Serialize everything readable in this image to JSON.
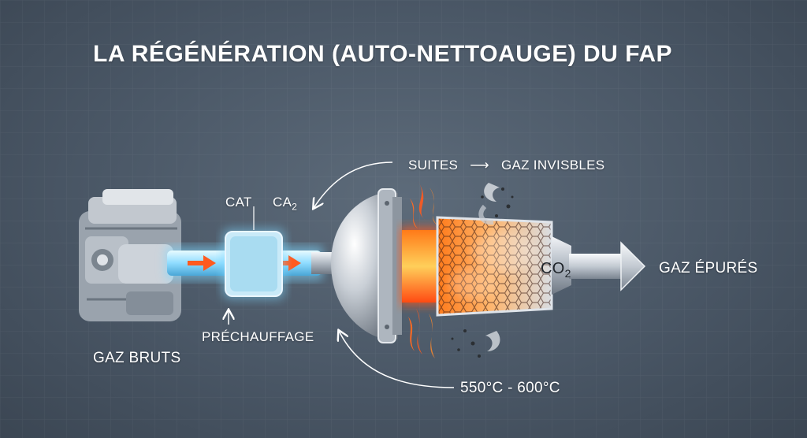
{
  "title": "LA RÉGÉNÉRATION (AUTO-NETTOAUGE) DU FAP",
  "labels": {
    "cat": "CAT",
    "ca2_base": "CA",
    "ca2_sub": "2",
    "suites": "SUITES",
    "arrow_glyph": "⟶",
    "gaz_invisibles": "GAZ INVISBLES",
    "co2_base": "CO",
    "co2_sub": "2",
    "gaz_epures": "GAZ ÉPURÉS",
    "prechauffage": "PRÉCHAUFFAGE",
    "gaz_bruts": "GAZ BRUTS",
    "temperature": "550°C - 600°C"
  },
  "colors": {
    "background": "#4a5766",
    "pipe_glow": "#7fd8ff",
    "flame": "#ff5a1f",
    "hot_core": "#ffb347",
    "metal": "#cfd5dc"
  }
}
